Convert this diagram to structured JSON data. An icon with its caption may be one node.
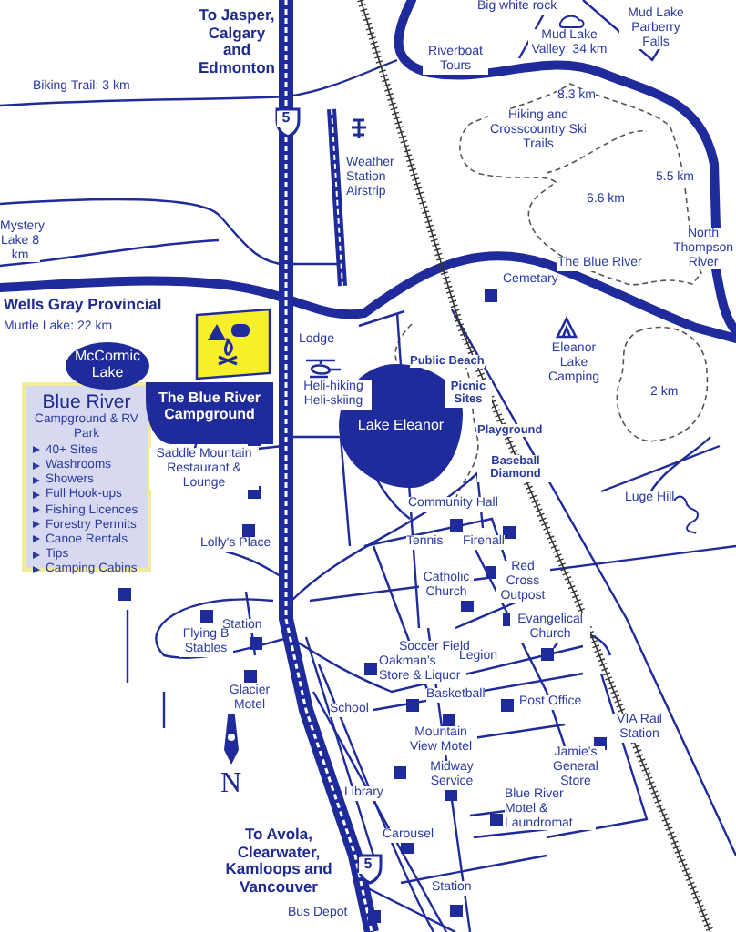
{
  "diagram": {
    "nodes": [
      {
        "text": [
          "Blue River",
          "Campground & RV Park",
          "40+ Sites",
          "Washrooms",
          "Showers",
          "Full Hook-ups",
          "Fishing Licences",
          "Forestry Permits",
          "Canoe Rentals",
          "Tips",
          "Camping Cabins"
        ]
      },
      {
        "text": [
          "The Blue River Campground"
        ]
      },
      {
        "text": [
          "McCormic Lake"
        ]
      },
      {
        "text": [
          "Lake Eleanor"
        ]
      }
    ],
    "labels": [
      "To Jasper, Calgary and Edmonton",
      "Big white rock",
      "Mud Lake Parberry Falls",
      "Riverboat Tours",
      "Mud Lake Valley: 34 km",
      "Biking Trail: 3 km",
      "8.3 km",
      "5",
      "Weather Station Airstrip",
      "Hiking and Crosscountry Ski Trails",
      "5.5 km",
      "6.6 km",
      "Mystery Lake 8 km",
      "North Thompson River",
      "Cemetary",
      "The Blue River",
      "Wells Gray Provincial",
      "Murtle Lake: 22 km",
      "Lodge",
      "Heli-hiking Heli-skiing",
      "Eleanor Lake Camping",
      "Public Beach",
      "Picnic Sites",
      "2 km",
      "Playground",
      "Baseball Diamond",
      "Saddle Mountain Restaurant & Lounge",
      "Luge Hill",
      "Community Hall",
      "Lolly's Place",
      "Tennis",
      "Firehall",
      "Catholic Church",
      "Red Cross Outpost",
      "Evangelical Church",
      "Station",
      "Flying B Stables",
      "Glacier Motel",
      "Soccer Field",
      "Oakman's Store & Liquor",
      "Legion",
      "Basketball",
      "School",
      "Post Office",
      "VIA Rail Station",
      "Mountain View Motel",
      "Jamie's General Store",
      "Midway Service",
      "Library",
      "Blue River Motel & Laundromat",
      "Carousel",
      "5",
      "Station",
      "To Avola, Clearwater, Kamloops and Vancouver",
      "Bus Depot",
      "N"
    ]
  }
}
